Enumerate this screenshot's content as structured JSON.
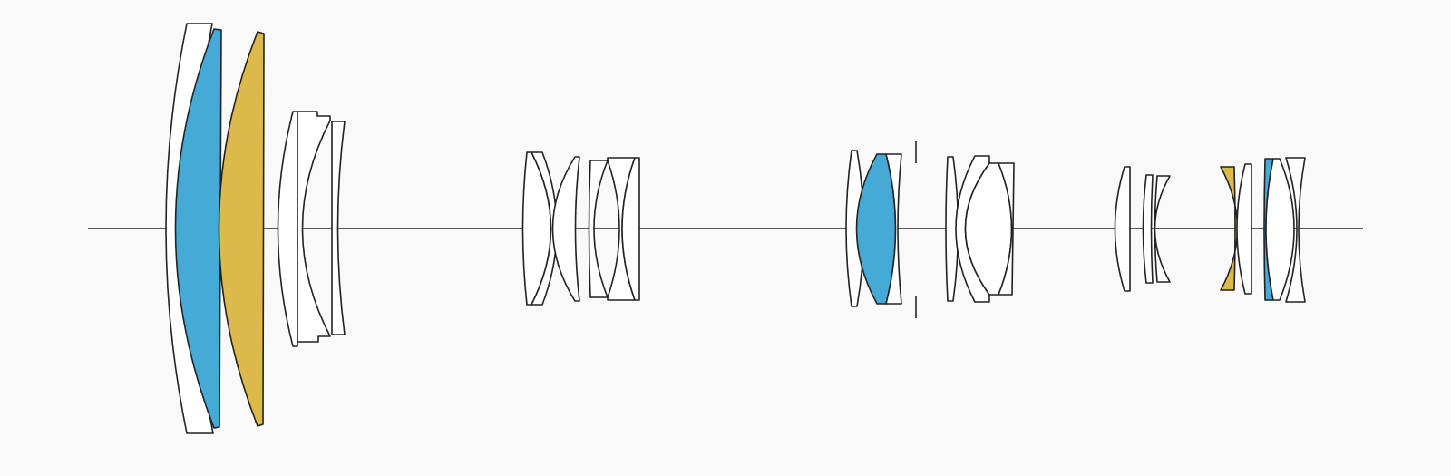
{
  "colors": {
    "background": "#f9f9f9",
    "outline": "#222222",
    "plain": "#ffffff",
    "blue": "#45abd6",
    "gold": "#dbb94a"
  },
  "elements": [
    {
      "id": "g1-e1",
      "material": "plain"
    },
    {
      "id": "g1-e2",
      "material": "blue"
    },
    {
      "id": "g1-e3",
      "material": "gold"
    },
    {
      "id": "g1-e4",
      "material": "plain"
    },
    {
      "id": "g1-e5",
      "material": "plain"
    },
    {
      "id": "g1-e6",
      "material": "plain"
    },
    {
      "id": "g2-e1",
      "material": "plain"
    },
    {
      "id": "g2-e2",
      "material": "plain"
    },
    {
      "id": "g2-e3",
      "material": "plain"
    },
    {
      "id": "g2-e4",
      "material": "plain"
    },
    {
      "id": "g2-e5",
      "material": "plain"
    },
    {
      "id": "g2-e6",
      "material": "plain"
    },
    {
      "id": "g3-e1",
      "material": "plain"
    },
    {
      "id": "g3-e2",
      "material": "blue"
    },
    {
      "id": "g3-e3",
      "material": "plain"
    },
    {
      "id": "g4-e1",
      "material": "plain"
    },
    {
      "id": "g4-e2",
      "material": "plain"
    },
    {
      "id": "g4-e3",
      "material": "plain"
    },
    {
      "id": "g4-e4",
      "material": "plain"
    },
    {
      "id": "g5-e1",
      "material": "plain"
    },
    {
      "id": "g5-e2",
      "material": "plain"
    },
    {
      "id": "g5-e3",
      "material": "plain"
    },
    {
      "id": "g6-e1",
      "material": "gold"
    },
    {
      "id": "g6-e2",
      "material": "plain"
    },
    {
      "id": "g6-e3",
      "material": "blue"
    },
    {
      "id": "g6-e4",
      "material": "plain"
    },
    {
      "id": "g6-e5",
      "material": "plain"
    }
  ]
}
